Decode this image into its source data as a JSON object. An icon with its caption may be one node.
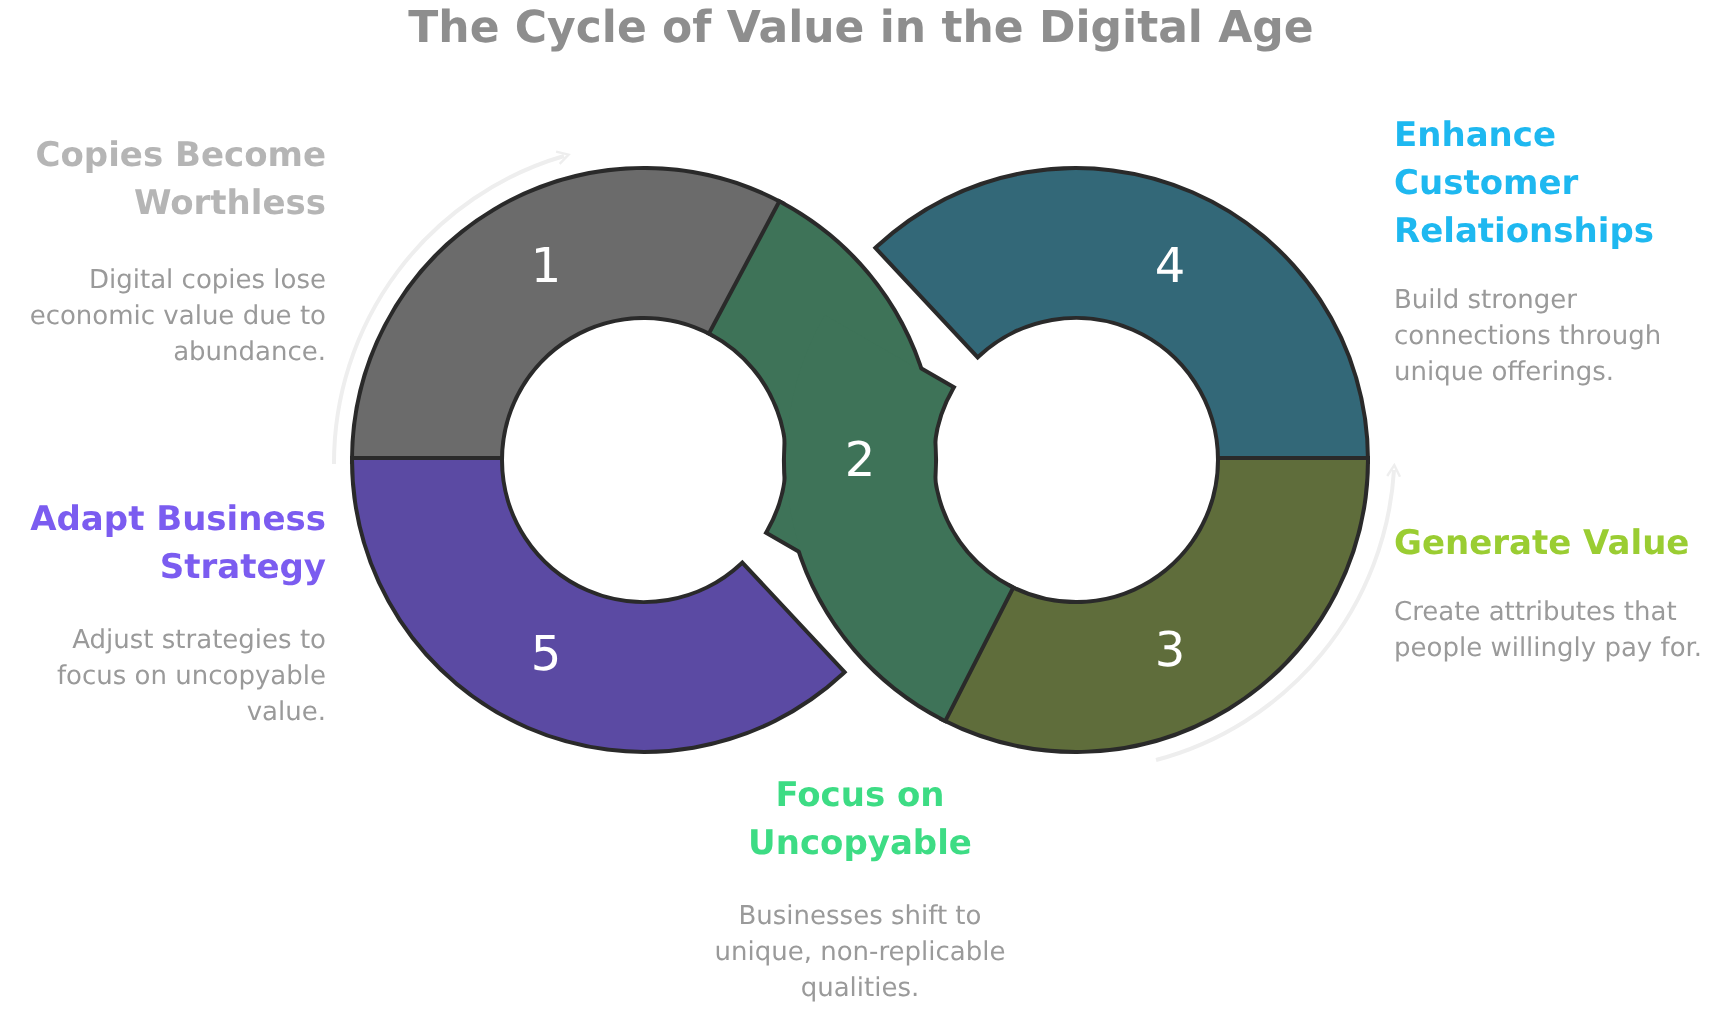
{
  "diagram": {
    "title": "The Cycle of Value in the Digital Age",
    "nodes": [
      {
        "text": [
          "1"
        ],
        "beside": [
          "Copies Become Worthless",
          "Digital copies lose economic value due to abundance."
        ]
      },
      {
        "text": [
          "2"
        ],
        "beside": [
          "Focus on Uncopyable",
          "Businesses shift to unique, non-replicable qualities."
        ]
      },
      {
        "text": [
          "3"
        ],
        "beside": [
          "Generate Value",
          "Create attributes that people willingly pay for."
        ]
      },
      {
        "text": [
          "4"
        ],
        "beside": [
          "Enhance Customer Relationships",
          "Build stronger connections through unique offerings."
        ]
      },
      {
        "text": [
          "5"
        ],
        "beside": [
          "Adapt Business Strategy",
          "Adjust strategies to focus on uncopyable value."
        ]
      }
    ]
  }
}
